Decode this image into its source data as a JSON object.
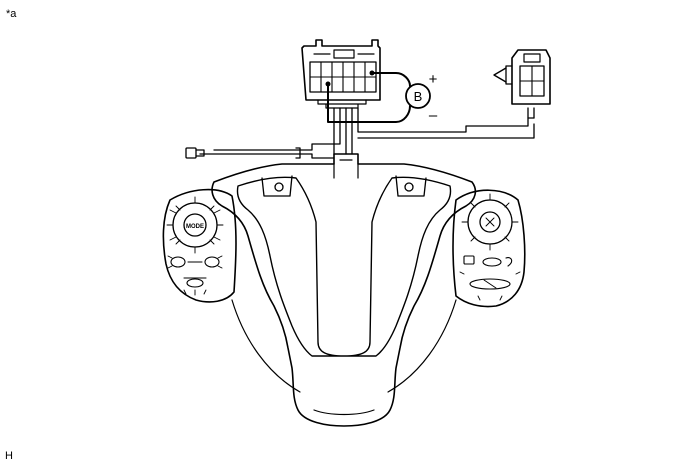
{
  "figure_label": "*a",
  "corner_code": "H",
  "meter": {
    "symbol": "B",
    "positive": "+",
    "negative": "–"
  },
  "left_switch": {
    "center_label": "MODE"
  }
}
